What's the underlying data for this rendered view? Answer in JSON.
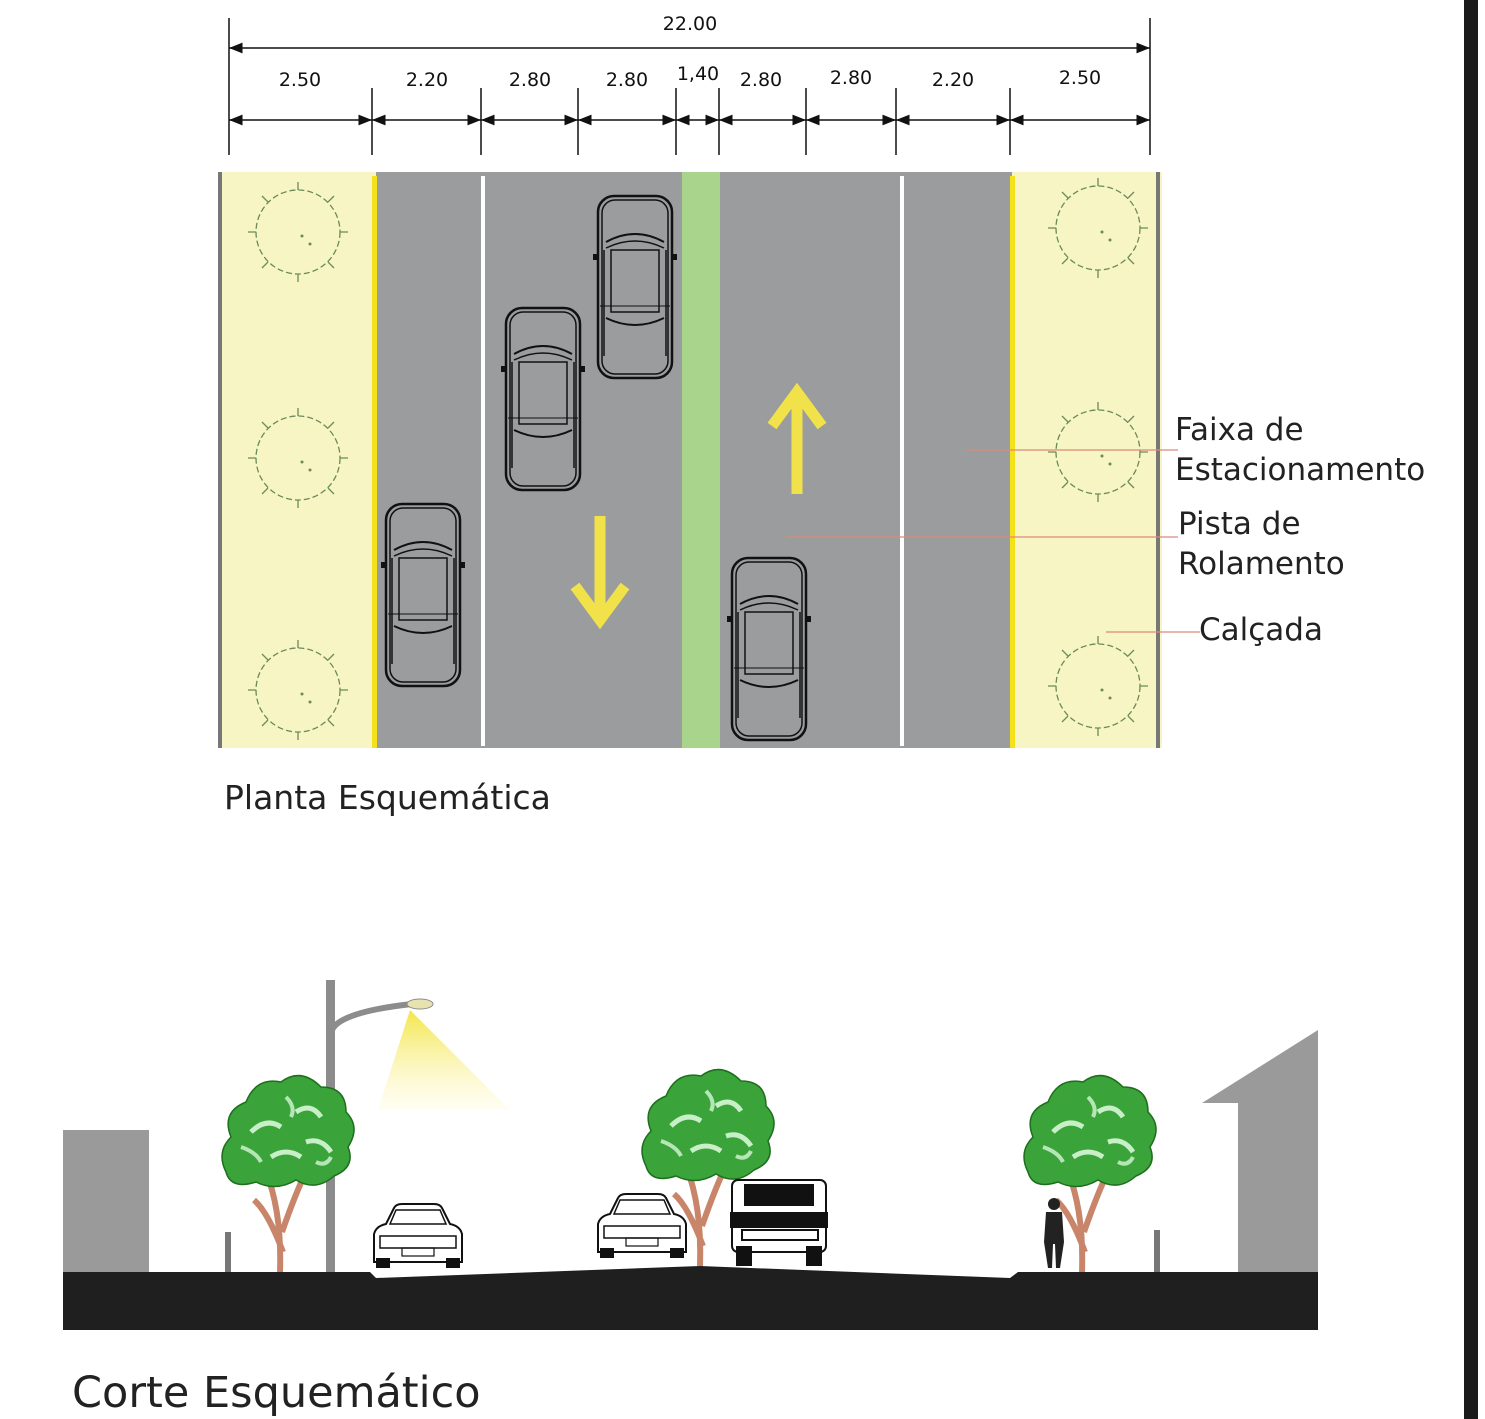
{
  "plan": {
    "title": "Planta Esquemática",
    "total_width": "22.00",
    "segments": [
      {
        "label": "2.50",
        "type": "sidewalk"
      },
      {
        "label": "2.20",
        "type": "parking"
      },
      {
        "label": "2.80",
        "type": "lane"
      },
      {
        "label": "2.80",
        "type": "lane"
      },
      {
        "label": "1,40",
        "type": "median"
      },
      {
        "label": "2.80",
        "type": "lane"
      },
      {
        "label": "2.80",
        "type": "lane"
      },
      {
        "label": "2.20",
        "type": "parking"
      },
      {
        "label": "2.50",
        "type": "sidewalk"
      }
    ],
    "labels": {
      "parking": [
        "Faixa de",
        "Estacionamento"
      ],
      "lane": [
        "Pista de",
        "Rolamento"
      ],
      "sidewalk": "Calçada"
    },
    "colors": {
      "sidewalk": "#f8f5c4",
      "road": "#9a9c9e",
      "median": "#a8d48b",
      "curb": "#f4e11a",
      "arrow": "#f2e24a",
      "leader": "#d98a7a"
    }
  },
  "section": {
    "title": "Corte Esquemático",
    "colors": {
      "ground": "#1f1f1f",
      "building": "#9a9a9a",
      "tree_foliage": "#3aa33a",
      "tree_trunk": "#c9856a",
      "lamp_light": "#f5ec8a"
    }
  }
}
